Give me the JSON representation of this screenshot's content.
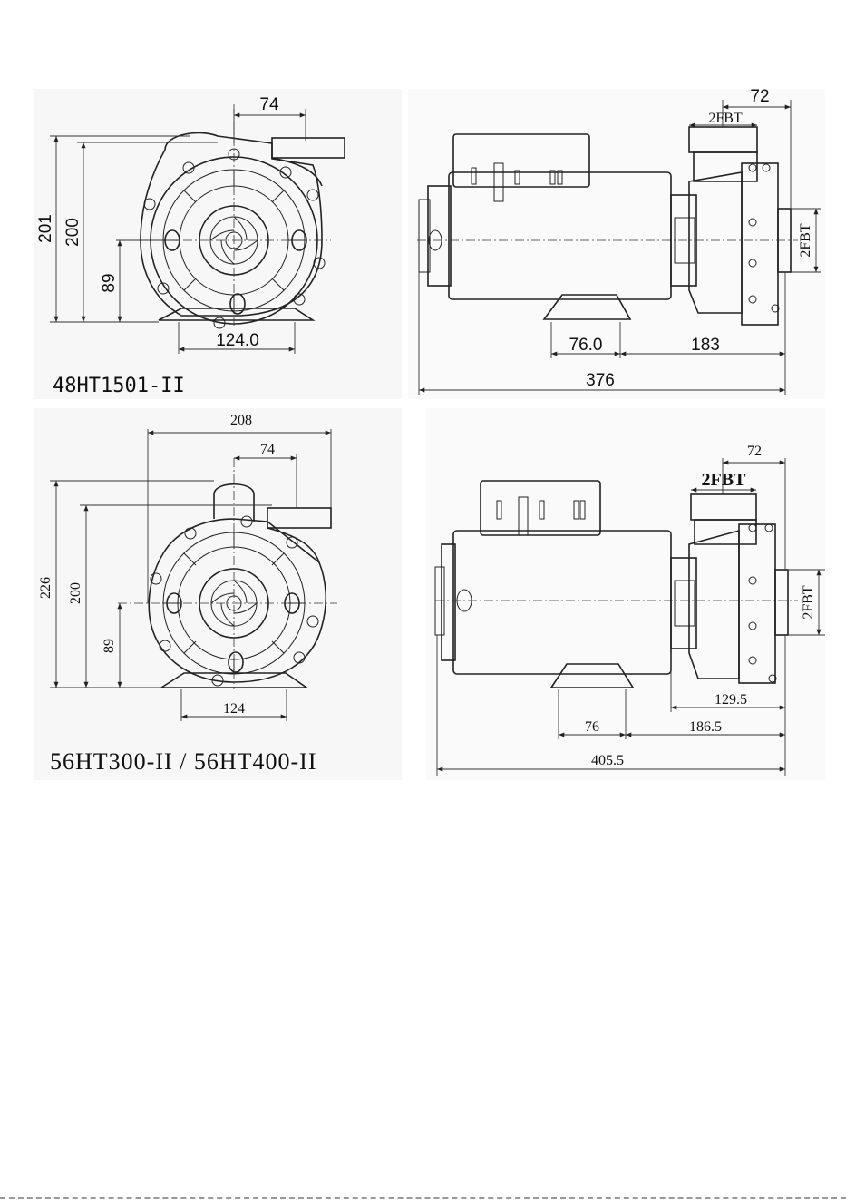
{
  "drawing_1": {
    "model": "48HT1501-II",
    "front_view": {
      "top_offset": "74",
      "overall_height": "201",
      "body_height": "200",
      "shaft_height": "89",
      "base_width": "124.0"
    },
    "side_view": {
      "outlet_offset": "72",
      "outlet_thread": "2FBT",
      "inlet_thread": "2FBT",
      "foot_width": "76.0",
      "foot_to_end": "183",
      "overall_length": "376"
    }
  },
  "drawing_2": {
    "model": "56HT300-II / 56HT400-II",
    "front_view": {
      "overall_width": "208",
      "top_offset": "74",
      "overall_height": "226",
      "body_height": "200",
      "shaft_height": "89",
      "base_width": "124"
    },
    "side_view": {
      "outlet_offset": "72",
      "outlet_thread": "2FBT",
      "inlet_thread": "2FBT",
      "wet_end_length": "129.5",
      "foot_width": "76",
      "foot_to_end": "186.5",
      "overall_length": "405.5"
    }
  }
}
